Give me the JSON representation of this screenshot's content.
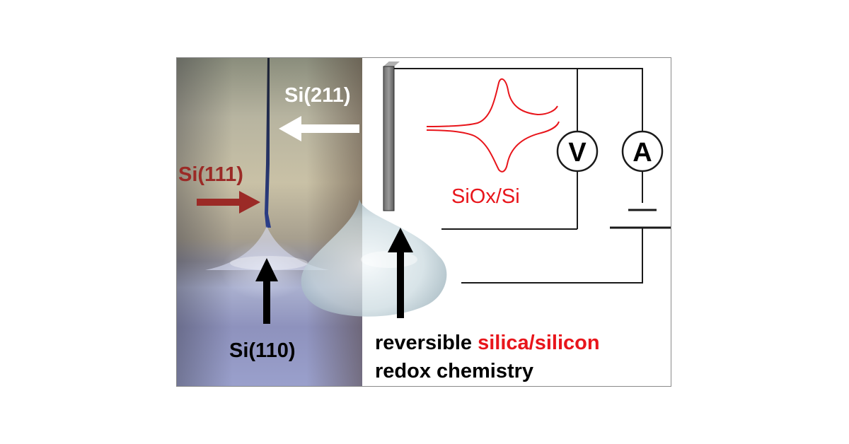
{
  "photo_labels": {
    "si211": "Si(211)",
    "si111": "Si(111)",
    "si110": "Si(110)"
  },
  "schematic": {
    "cv_label": "SiOx/Si",
    "voltmeter": "V",
    "ammeter": "A",
    "caption_part1": "reversible ",
    "caption_highlight": "silica/silicon",
    "caption_line2": "redox chemistry"
  },
  "colors": {
    "highlight_red": "#e8151b",
    "arrow_darkred": "#9b2a26",
    "arrow_white": "#ffffff",
    "arrow_black": "#000000"
  }
}
